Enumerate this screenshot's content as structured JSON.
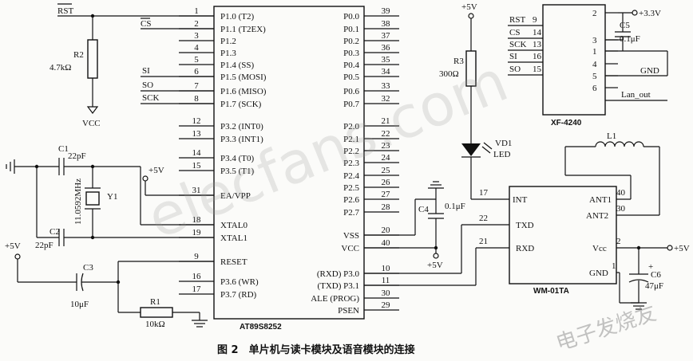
{
  "mcu": {
    "name": "AT89S8252",
    "left_pins": [
      {
        "num": "1",
        "label": "P1.0 (T2)"
      },
      {
        "num": "2",
        "label": "P1.1 (T2EX)"
      },
      {
        "num": "3",
        "label": "P1.2"
      },
      {
        "num": "4",
        "label": "P1.3"
      },
      {
        "num": "5",
        "label": "P1.4 (SS)"
      },
      {
        "num": "6",
        "label": "P1.5 (MOSI)"
      },
      {
        "num": "7",
        "label": "P1.6 (MISO)"
      },
      {
        "num": "8",
        "label": "P1.7 (SCK)"
      },
      {
        "num": "12",
        "label": "P3.2 (INT0)"
      },
      {
        "num": "13",
        "label": "P3.3 (INT1)"
      },
      {
        "num": "14",
        "label": "P3.4 (T0)"
      },
      {
        "num": "15",
        "label": "P3.5 (T1)"
      },
      {
        "num": "31",
        "label": "EA/VPP"
      },
      {
        "num": "18",
        "label": "XTAL0"
      },
      {
        "num": "19",
        "label": "XTAL1"
      },
      {
        "num": "9",
        "label": "RESET"
      },
      {
        "num": "16",
        "label": "P3.6 (WR)"
      },
      {
        "num": "17",
        "label": "P3.7 (RD)"
      }
    ],
    "right_pins": [
      {
        "num": "39",
        "label": "P0.0"
      },
      {
        "num": "38",
        "label": "P0.1"
      },
      {
        "num": "37",
        "label": "P0.2"
      },
      {
        "num": "36",
        "label": "P0.3"
      },
      {
        "num": "35",
        "label": "P0.4"
      },
      {
        "num": "34",
        "label": "P0.5"
      },
      {
        "num": "33",
        "label": "P0.6"
      },
      {
        "num": "32",
        "label": "P0.7"
      },
      {
        "num": "21",
        "label": "P2.0"
      },
      {
        "num": "22",
        "label": "P2.1"
      },
      {
        "num": "23",
        "label": "P2.2"
      },
      {
        "num": "24",
        "label": "P2.3"
      },
      {
        "num": "25",
        "label": "P2.4"
      },
      {
        "num": "26",
        "label": "P2.5"
      },
      {
        "num": "27",
        "label": "P2.6"
      },
      {
        "num": "28",
        "label": "P2.7"
      },
      {
        "num": "20",
        "label": "VSS"
      },
      {
        "num": "40",
        "label": "VCC"
      },
      {
        "num": "10",
        "label": "(RXD) P3.0"
      },
      {
        "num": "11",
        "label": "(TXD) P3.1"
      },
      {
        "num": "30",
        "label": "ALE (PROG)"
      },
      {
        "num": "29",
        "label": "PSEN"
      }
    ]
  },
  "signals": {
    "rst": "RST",
    "cs": "CS",
    "si": "SI",
    "so": "SO",
    "sck": "SCK"
  },
  "r2": {
    "name": "R2",
    "value": "4.7kΩ",
    "supply": "VCC"
  },
  "r3": {
    "name": "R3",
    "value": "300Ω",
    "supply": "+5V"
  },
  "r1": {
    "name": "R1",
    "value": "10kΩ"
  },
  "c1": {
    "name": "C1",
    "value": "22pF"
  },
  "c2": {
    "name": "C2",
    "value": "22pF"
  },
  "c3": {
    "name": "C3",
    "value": "10μF"
  },
  "c4": {
    "name": "C4",
    "value": "0.1μF",
    "supply": "+5V"
  },
  "c5": {
    "name": "C5",
    "value": "0.1μF",
    "supply": "+3.3V"
  },
  "c6": {
    "name": "C6",
    "value": "47μF",
    "polarity": "+"
  },
  "crystal": {
    "name": "Y1",
    "freq": "11.0592MHz"
  },
  "supplies": {
    "p5v_ea": "+5V",
    "p5v_reset": "+5V",
    "p5v_wm": "+5V"
  },
  "led": {
    "name": "VD1",
    "label": "LED"
  },
  "inductor": {
    "name": "L1"
  },
  "xf4240": {
    "name": "XF-4240",
    "left_pins": [
      {
        "num": "9",
        "label": "RST"
      },
      {
        "num": "14",
        "label": "CS"
      },
      {
        "num": "13",
        "label": "SCK"
      },
      {
        "num": "16",
        "label": "SI"
      },
      {
        "num": "15",
        "label": "SO"
      }
    ],
    "right_pins": [
      "2",
      "3",
      "1",
      "4",
      "5",
      "6"
    ],
    "gnd_label": "GND",
    "lan_out_label": "Lan_out"
  },
  "wm01ta": {
    "name": "WM-01TA",
    "pins": [
      {
        "num": "17",
        "label": "INT"
      },
      {
        "num": "22",
        "label": "TXD"
      },
      {
        "num": "21",
        "label": "RXD"
      },
      {
        "num": "40",
        "label": "ANT1"
      },
      {
        "num": "30",
        "label": "ANT2"
      },
      {
        "num": "2",
        "label": "Vcc"
      },
      {
        "num": "1",
        "label": "GND"
      }
    ]
  },
  "caption": "图 2　单片机与读卡模块及语音模块的连接",
  "watermark": "elecfans.com",
  "watermark2": "电子发烧友"
}
